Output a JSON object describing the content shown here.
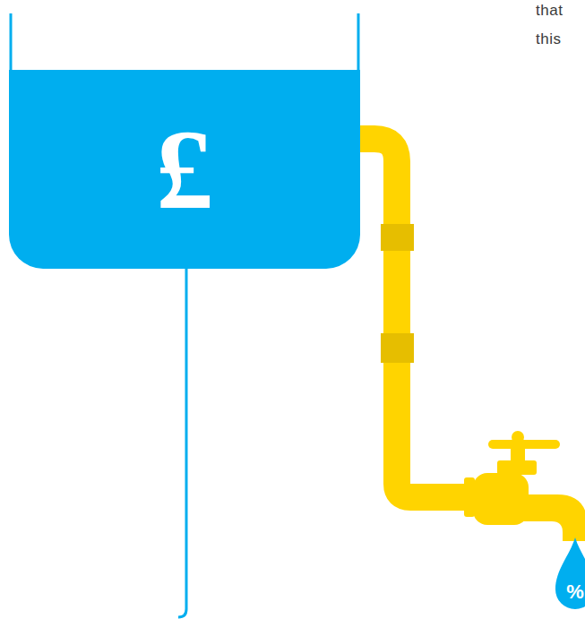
{
  "diagram": {
    "nodes": [
      {
        "text": [
          "£"
        ]
      },
      {
        "text": [
          "%"
        ]
      }
    ],
    "labels": [
      "that",
      "this"
    ]
  }
}
